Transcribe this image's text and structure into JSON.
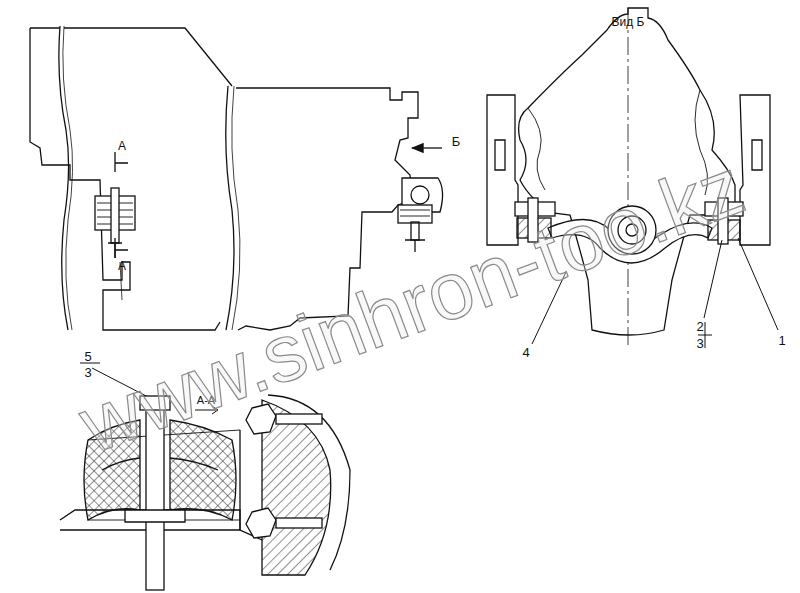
{
  "diagram": {
    "labels": [
      "А",
      "А",
      "Б",
      "Вид Б",
      "1",
      "2",
      "3",
      "4",
      "А-А",
      "5",
      "3",
      "www.sinhron-too.kz"
    ]
  }
}
